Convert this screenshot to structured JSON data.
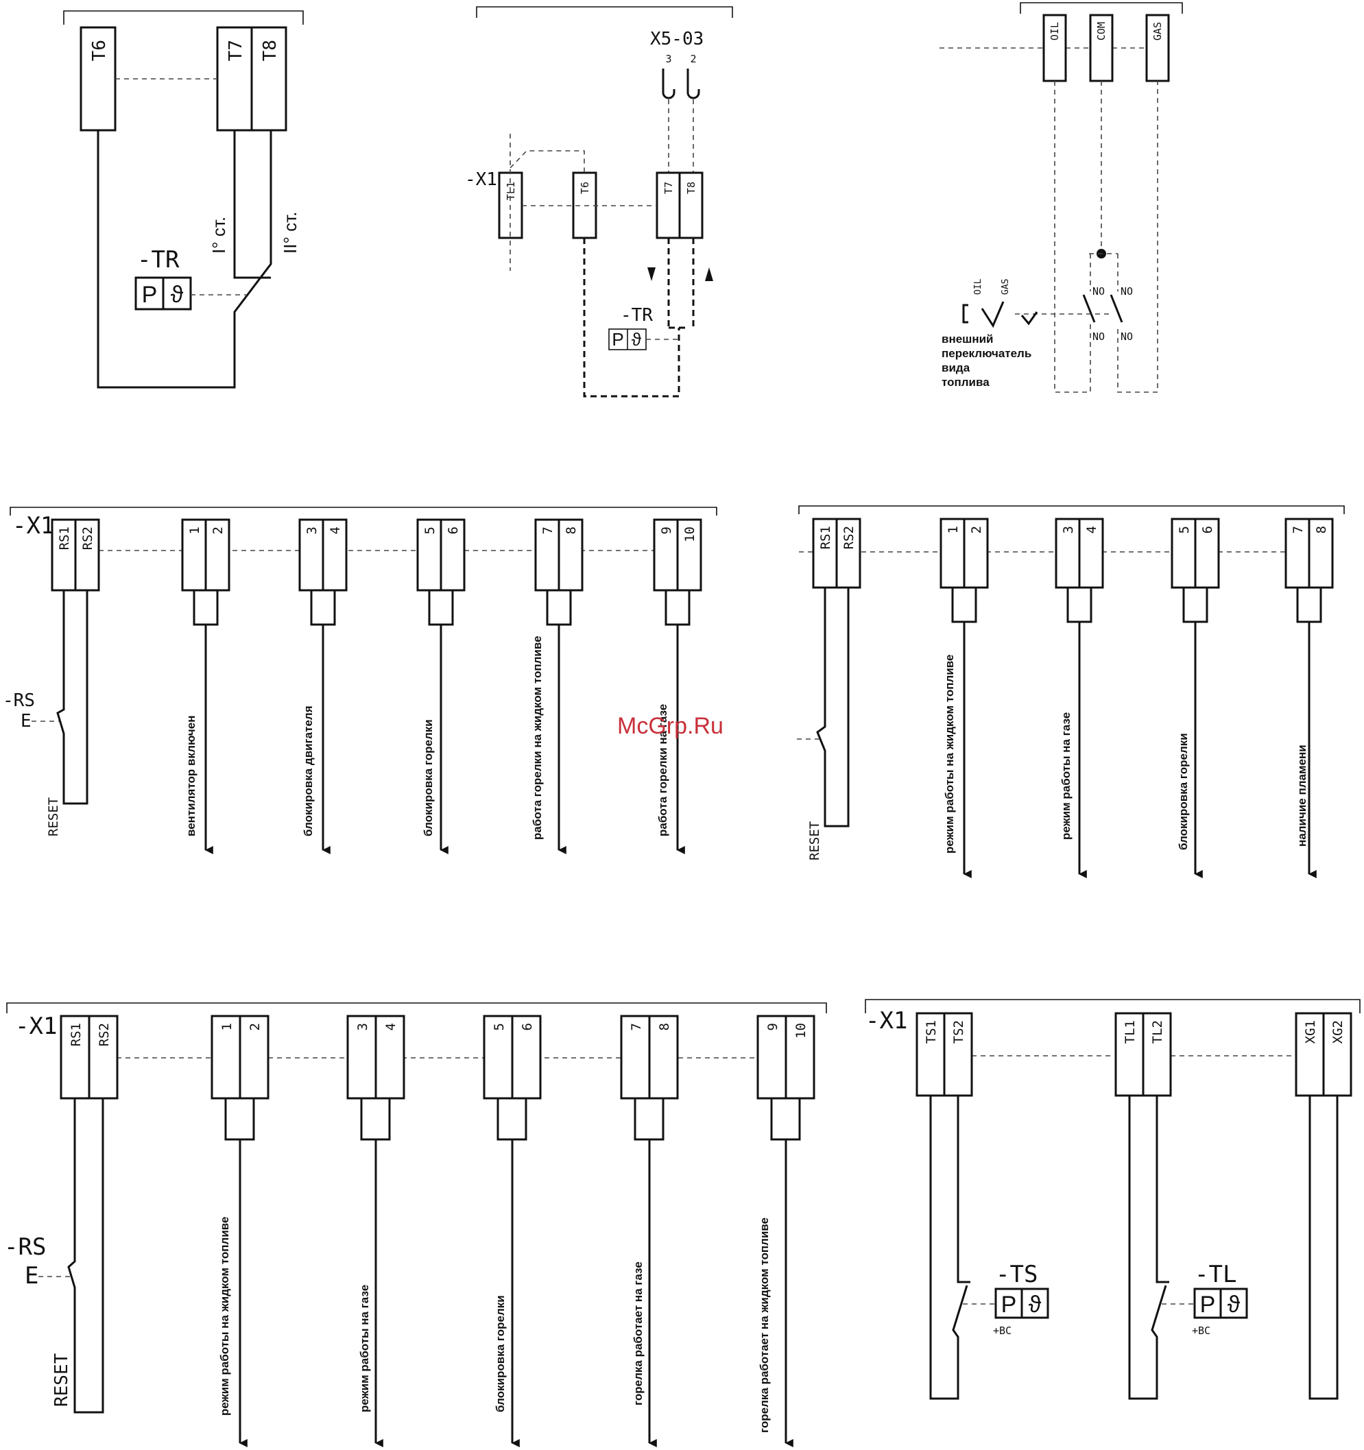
{
  "watermark": "McGrp.Ru",
  "diagram1": {
    "terminals": [
      "T6",
      "T7",
      "T8"
    ],
    "stage1": "I° ст.",
    "stage2": "II° ст.",
    "device": "-TR",
    "p": "P",
    "theta": "ϑ"
  },
  "diagram2": {
    "connector": "X5-03",
    "pin3": "3",
    "pin2": "2",
    "strip": "-X1",
    "terminals": [
      "TL1",
      "T6",
      "T7",
      "T8"
    ],
    "device": "-TR",
    "p": "P",
    "theta": "ϑ"
  },
  "diagram3": {
    "terminals": [
      "OIL",
      "COM",
      "GAS"
    ],
    "sw_oil": "OIL",
    "sw_gas": "GAS",
    "contact_labels": [
      "NO",
      "NO",
      "NO",
      "NO"
    ],
    "caption": [
      "внешний",
      "переключатель",
      "вида",
      "топлива"
    ]
  },
  "diagram4": {
    "strip": "-X1",
    "terminals": [
      "RS1",
      "RS2",
      "1",
      "2",
      "3",
      "4",
      "5",
      "6",
      "7",
      "8",
      "9",
      "10"
    ],
    "switch": "-RS",
    "e": "E",
    "reset": "RESET",
    "signals": [
      "вентилятор включен",
      "блокировка двигателя",
      "блокировка горелки",
      "работа горелки на жидком топливе",
      "работа горелки на газе"
    ]
  },
  "diagram5": {
    "terminals": [
      "RS1",
      "RS2",
      "1",
      "2",
      "3",
      "4",
      "5",
      "6",
      "7",
      "8"
    ],
    "reset": "RESET",
    "signals": [
      "режим работы на жидком топливе",
      "режим работы на газе",
      "блокировка горелки",
      "наличие пламени"
    ]
  },
  "diagram6": {
    "strip": "-X1",
    "terminals": [
      "RS1",
      "RS2",
      "1",
      "2",
      "3",
      "4",
      "5",
      "6",
      "7",
      "8",
      "9",
      "10"
    ],
    "switch": "-RS",
    "e": "E",
    "reset": "RESET",
    "signals": [
      "режим работы на жидком топливе",
      "режим работы на газе",
      "блокировка горелки",
      "горелка работает на газе",
      "горелка работает на жидком топливе"
    ]
  },
  "diagram7": {
    "strip": "-X1",
    "terminals": [
      "TS1",
      "TS2",
      "TL1",
      "TL2",
      "XG1",
      "XG2"
    ],
    "ts": "-TS",
    "tl": "-TL",
    "p": "P",
    "theta": "ϑ",
    "bc": "+BC"
  }
}
